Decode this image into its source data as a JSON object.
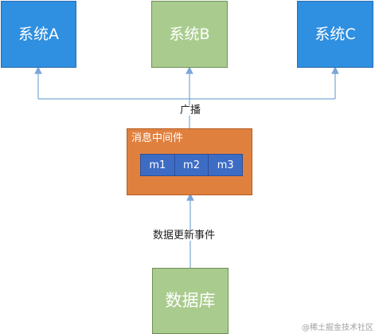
{
  "systems": [
    {
      "label": "系统A"
    },
    {
      "label": "系统B"
    },
    {
      "label": "系统C"
    }
  ],
  "middleware": {
    "title": "消息中间件",
    "messages": [
      "m1",
      "m2",
      "m3"
    ]
  },
  "database": {
    "label": "数据库"
  },
  "edges": {
    "broadcast": "广播",
    "data_update_event": "数据更新事件"
  },
  "watermark": "@稀土掘金技术社区",
  "colors": {
    "system_blue": "#2f8fe0",
    "system_green": "#a9cc8e",
    "middleware_orange": "#e0803f",
    "queue_blue": "#3d6cc4",
    "connector": "#7aa6d6"
  }
}
